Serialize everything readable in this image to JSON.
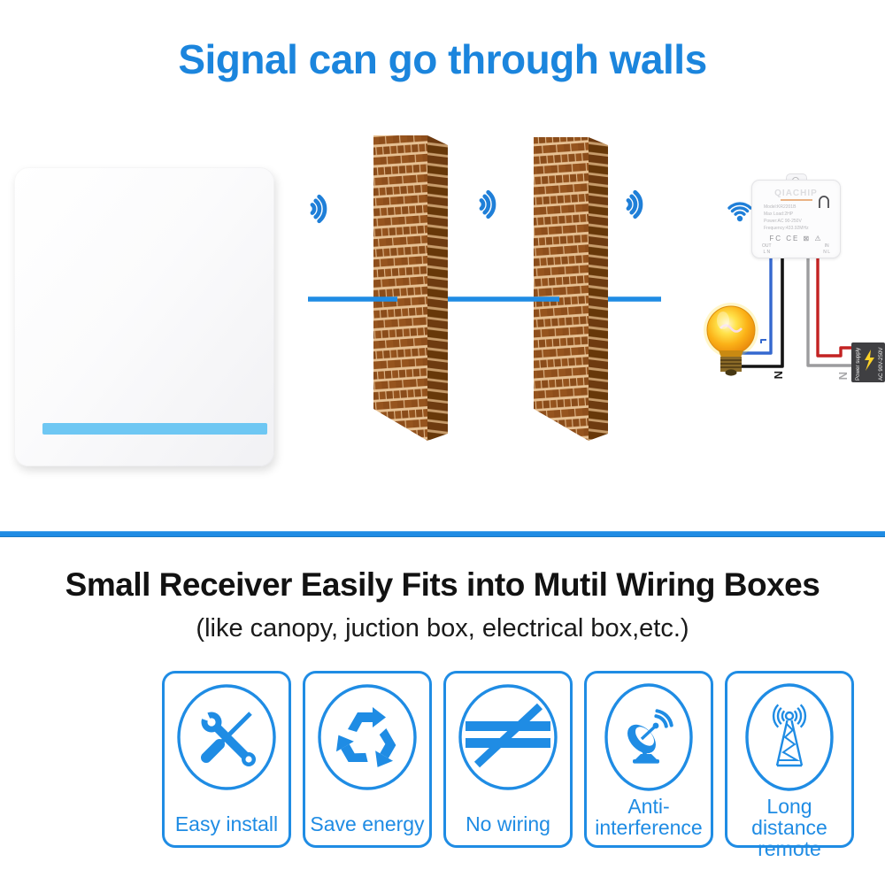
{
  "title": "Signal can go through walls",
  "accent_color": "#1f8ce4",
  "diagram": {
    "receiver": {
      "brand": "QIACHIP",
      "spec_lines": [
        "Model:KR2201B",
        "Max Load:2HP",
        "Power:AC 90-250V",
        "Frequency:433.92MHz"
      ],
      "cert_marks": "FC CE ⊠ ⚠",
      "terminals": {
        "out_label": "OUT",
        "out_wires": "L  N",
        "in_label": "IN",
        "in_wires": "N  L"
      }
    },
    "power_supply": {
      "name": "Power supply",
      "rating": "AC 90V-250V"
    },
    "wire_labels": {
      "lamp_neutral": "N",
      "supply_neutral": "N"
    }
  },
  "section": {
    "heading": "Small Receiver Easily Fits into Mutil Wiring Boxes",
    "subheading": "(like canopy, juction box, electrical box,etc.)"
  },
  "features": [
    {
      "label": "Easy install",
      "icon": "wrench-screwdriver-icon"
    },
    {
      "label": "Save energy",
      "icon": "recycle-icon"
    },
    {
      "label": "No wiring",
      "icon": "no-wiring-icon"
    },
    {
      "label": "Anti-interference",
      "icon": "satellite-dish-icon"
    },
    {
      "label": "Long distance remote",
      "icon": "radio-tower-icon"
    }
  ]
}
